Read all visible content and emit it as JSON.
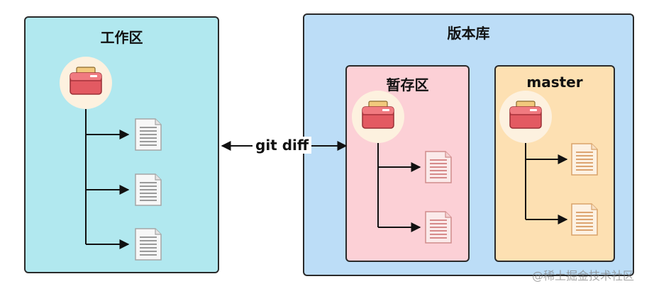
{
  "workspace": {
    "title": "工作区",
    "color": "#b1e8ef"
  },
  "repository": {
    "title": "版本库",
    "color": "#bcddf7",
    "staging": {
      "title": "暂存区",
      "color": "#fcd0d6"
    },
    "master": {
      "title": "master",
      "color": "#fde0b2"
    }
  },
  "command": {
    "label": "git diff"
  },
  "icons": {
    "folder": "filing-cabinet-icon",
    "file": "document-icon"
  },
  "watermark": "@稀土掘金技术社区"
}
